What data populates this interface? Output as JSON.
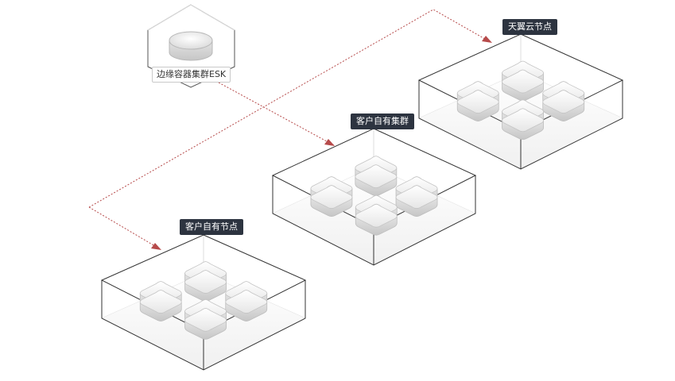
{
  "esk": {
    "label": "边缘容器集群ESK"
  },
  "zones": [
    {
      "id": "tianyi-cloud-node",
      "label": "天翼云节点",
      "servers": 4
    },
    {
      "id": "customer-cluster",
      "label": "客户自有集群",
      "servers": 4
    },
    {
      "id": "customer-node",
      "label": "客户自有节点",
      "servers": 4
    }
  ],
  "colors": {
    "connector": "#b64a4a",
    "platform_edge": "#333333",
    "label_bg": "#2d3440",
    "label_text": "#ffffff"
  }
}
